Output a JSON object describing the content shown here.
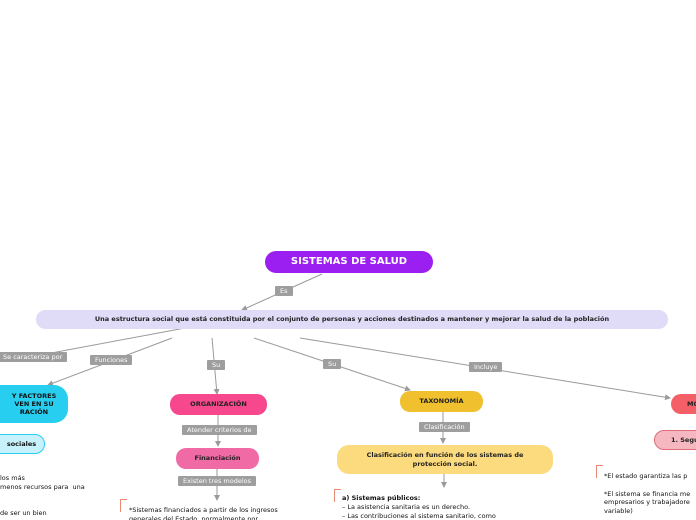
{
  "root": {
    "title": "SISTEMAS DE SALUD"
  },
  "definition": {
    "text": "Una estructura social que está constituida por el conjunto de personas y acciones destinados a mantener y mejorar la salud de la población"
  },
  "labels": {
    "es": "Es",
    "se_caracteriza": "Se caracteriza por",
    "funciones": "Funciones",
    "su_org": "Su",
    "su_tax": "Su",
    "incluye": "Incluye",
    "atender": "Atender criterios de",
    "existen": "Existen tres modelos",
    "clasificacion": "Clasificación"
  },
  "nodes": {
    "factores": "Y FACTORES\nVEN EN SU\nRACIÓN",
    "sociales": "sociales",
    "organizacion": "ORGANIZACIÓN",
    "financiacion": "Financiación",
    "taxonomia": "TAXONOMÍA",
    "clasif_funcion": "Clasificación en función de los sistemas de protección social.",
    "modelos": "MO",
    "seguridad": "1. Segu"
  },
  "notes": {
    "left": "los más\nmenos recursos para  una\n\n\nde ser un bien\n           ",
    "financiados": "*Sistemas financiados a partir de los ingresos\ngenerales del Estado, normalmente por",
    "publicos_title": "a) Sistemas públicos:",
    "publicos_body": "– La asistencia sanitaria es un derecho.\n– Las contribuciones al sistema sanitario, como",
    "estado": "*El estado garantiza las p\n\n*El sistema se financia me\nempresarios y trabajadore\nvariable)"
  },
  "colors": {
    "root": "#9b1ff0",
    "definition": "#e0dbf7",
    "cyan": "#27cef0",
    "cyan_light": "#c7f1fb",
    "pink": "#f7478d",
    "pink_mid": "#f06aa6",
    "yellow": "#f0c02f",
    "yellow_light": "#fcda7e",
    "red": "#f55f67",
    "pink_light": "#f5b8c0",
    "label_gray": "#9e9e9e",
    "line_gray": "#9a9a9a"
  }
}
